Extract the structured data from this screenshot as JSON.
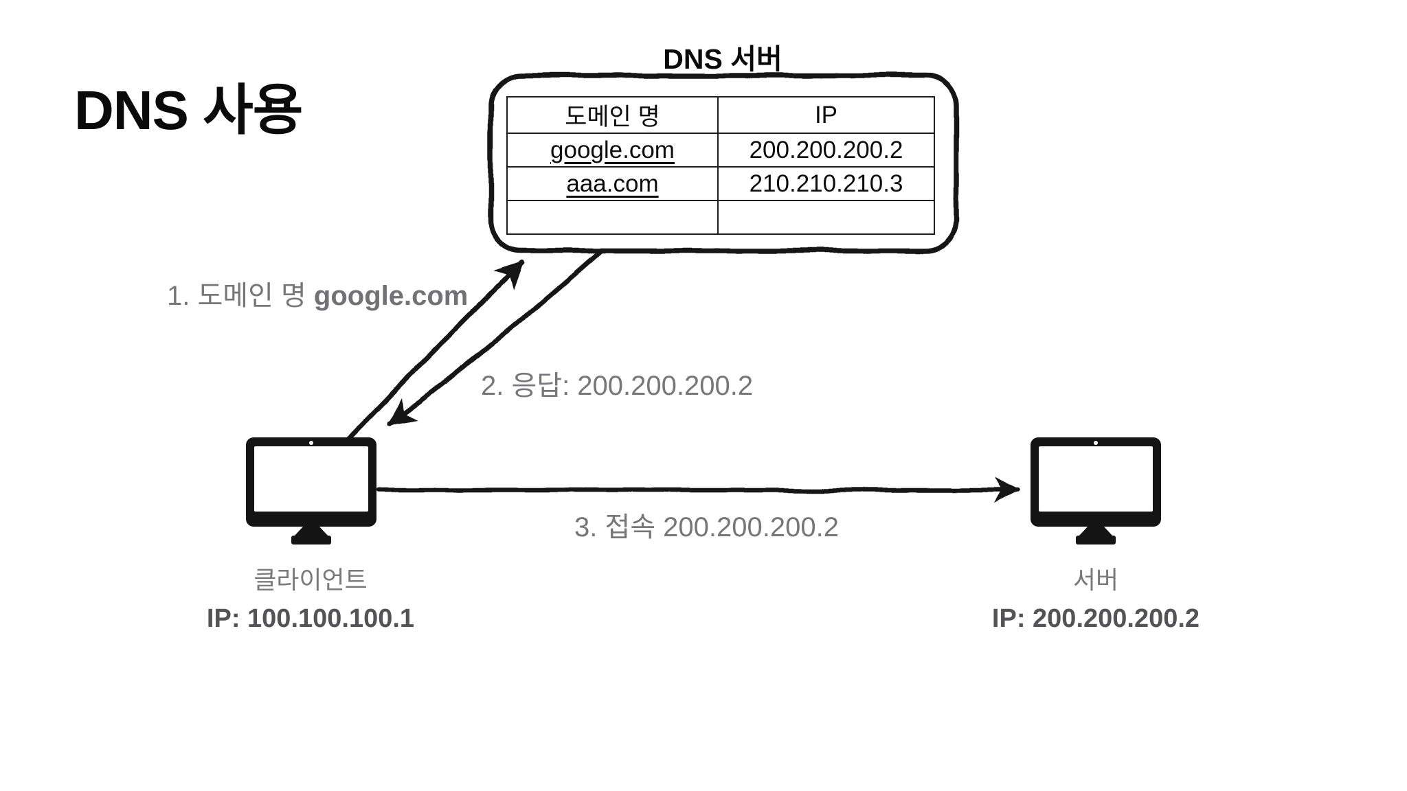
{
  "slide": {
    "title": "DNS 사용"
  },
  "dns_server": {
    "caption": "DNS 서버",
    "table": {
      "headers": {
        "domain": "도메인 명",
        "ip": "IP"
      },
      "rows": [
        {
          "domain": "google.com",
          "ip": "200.200.200.2"
        },
        {
          "domain": "aaa.com",
          "ip": "210.210.210.3"
        },
        {
          "domain": "",
          "ip": ""
        }
      ]
    }
  },
  "flow": {
    "step1_prefix": "1. 도메인 명 ",
    "step1_domain": "google.com",
    "step2": "2. 응답: 200.200.200.2",
    "step3": "3. 접속 200.200.200.2"
  },
  "client": {
    "name": "클라이언트",
    "ip": "IP: 100.100.100.1"
  },
  "server": {
    "name": "서버",
    "ip": "IP: 200.200.200.2"
  },
  "colors": {
    "ink": "#141414",
    "label_gray": "#76767b",
    "ip_gray": "#545457",
    "background": "#ffffff"
  }
}
